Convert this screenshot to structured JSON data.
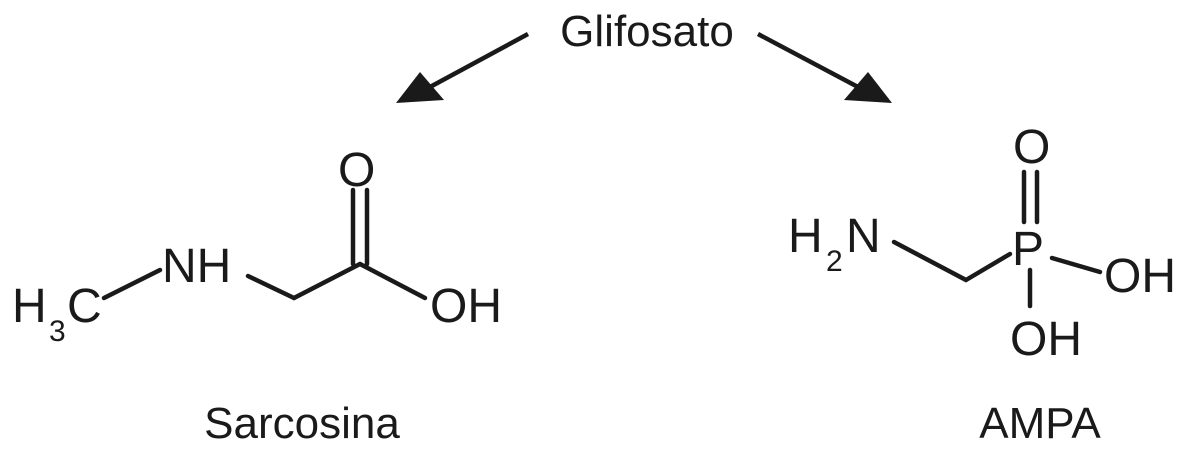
{
  "center": {
    "label": "Glifosato"
  },
  "left_molecule": {
    "name": "Sarcosina",
    "atoms": {
      "methyl_main": "H",
      "methyl_sub": "3",
      "methyl_end": "C",
      "amine": "NH",
      "carbonyl_o": "O",
      "hydroxyl": "OH"
    }
  },
  "right_molecule": {
    "name": "AMPA",
    "atoms": {
      "amine_main": "H",
      "amine_sub": "2",
      "amine_end": "N",
      "phosphorus": "P",
      "oxo": "O",
      "hydroxyl_right": "OH",
      "hydroxyl_bottom": "OH"
    }
  }
}
